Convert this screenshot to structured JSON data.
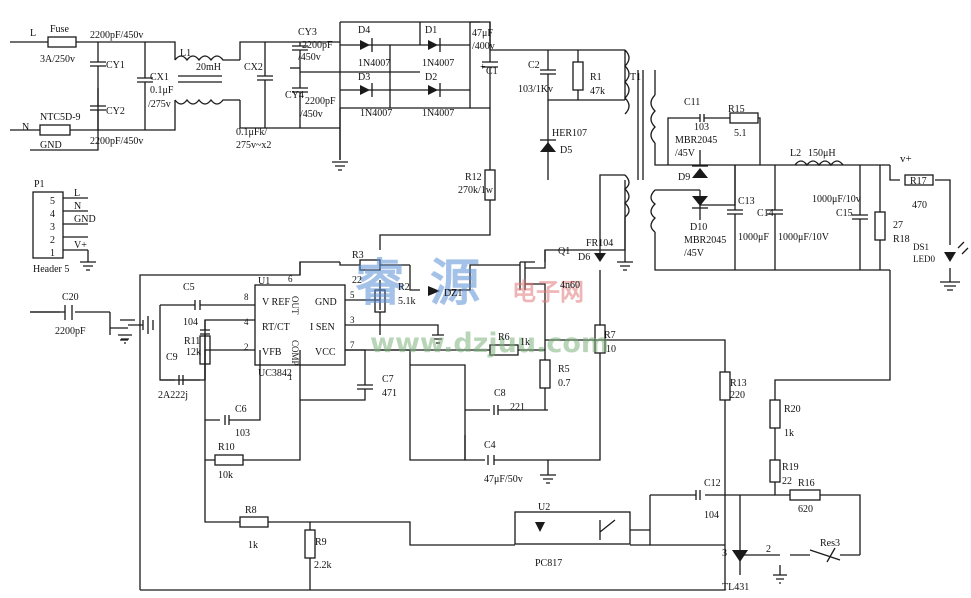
{
  "input": {
    "L": "L",
    "N": "N",
    "GND": "GND",
    "fuse": "Fuse",
    "fuse_val": "3A/250v",
    "ntc": "NTC5D-9",
    "cy_top_val": "2200pF/450v",
    "cy_bot_val": "2200pF/450v",
    "cy1": "CY1",
    "cy2": "CY2",
    "cx1": "CX1",
    "cx1_val1": "0.1μF",
    "cx1_val2": "/275v",
    "l1": "L1",
    "l1_val": "20mH",
    "cx2": "CX2",
    "cx2_val1": "0.1μFk/",
    "cx2_val2": "275v~x2",
    "cy3": "CY3",
    "cy3_val1": "2200pF",
    "cy3_val2": "/450v",
    "cy4": "CY4",
    "cy4_val1": "2200pF",
    "cy4_val2": "/450v"
  },
  "bridge": {
    "d4": "D4",
    "d3": "D3",
    "d1": "D1",
    "d2": "D2",
    "diode_val": "1N4007"
  },
  "bulk": {
    "c1": "C1",
    "c1_val1": "47μF",
    "c1_val2": "/400v",
    "plus": "+"
  },
  "snubber": {
    "c2": "C2",
    "c2_val": "103/1Kv",
    "r1": "R1",
    "r1_val": "47k",
    "d5": "D5",
    "d5_val": "HER107",
    "r12": "R12",
    "r12_val": "270k/1w",
    "t1": "T1"
  },
  "secondary": {
    "c11": "C11",
    "c11_val": "103",
    "r15": "R15",
    "r15_val": "5.1",
    "d9": "D9",
    "d9_val1": "MBR2045",
    "d9_val2": "/45V",
    "d10": "D10",
    "d10_val1": "MBR2045",
    "d10_val2": "/45V",
    "c13": "C13",
    "c13_val": "1000μF",
    "c14": "C14",
    "c14_val": "1000μF/10V",
    "l2": "L2",
    "l2_val": "150μH",
    "c15": "C15",
    "c15_val": "1000μF/10v",
    "r18_val": "27",
    "r18": "R18",
    "vplus": "v+",
    "r17": "R17",
    "r17_val": "470",
    "ds1": "DS1",
    "led": "LED0"
  },
  "header": {
    "p1": "P1",
    "name": "Header 5",
    "pins": [
      "5",
      "4",
      "3",
      "2",
      "1"
    ],
    "labels": [
      "L",
      "N",
      "GND",
      "",
      "V+"
    ]
  },
  "c20": {
    "ref": "C20",
    "val": "2200pF"
  },
  "controller": {
    "u1": "U1",
    "part": "UC3842",
    "vref": "V REF",
    "rtct": "RT/CT",
    "vfb": "VFB",
    "gnd": "GND",
    "isen": "I SEN",
    "vcc": "VCC",
    "out": "OUT",
    "comp": "COMP",
    "pin8": "8",
    "pin4": "4",
    "pin2": "2",
    "pin5": "5",
    "pin3": "3",
    "pin7": "7",
    "pin6": "6",
    "pin1": "1",
    "c5": "C5",
    "c5_val": "104",
    "r11": "R11",
    "r11_val": "12k",
    "c9": "C9",
    "c9_val": "2A222j",
    "c6": "C6",
    "c6_val": "103",
    "r10": "R10",
    "r10_val": "10k",
    "r8": "R8",
    "r8_val": "1k",
    "r9": "R9",
    "r9_val": "2.2k",
    "c7": "C7",
    "c7_val": "471"
  },
  "drive": {
    "r3": "R3",
    "r3_val": "22",
    "r2": "R2",
    "r2_val": "5.1k",
    "dz1": "DZ1",
    "q1": "Q1",
    "q1_val": "4n60",
    "d6": "D6",
    "d6_val": "FR104",
    "r6": "R6",
    "r6_val": "1k",
    "r7": "R7",
    "r7_val": "10",
    "r5": "R5",
    "r5_val": "0.7",
    "c8": "C8",
    "c8_val": "221",
    "c4": "C4",
    "c4_val": "47μF/50v"
  },
  "feedback": {
    "u2": "U2",
    "pc817": "PC817",
    "r13": "R13",
    "r13_val": "220",
    "r20": "R20",
    "r20_val": "1k",
    "r19": "R19",
    "r19_val": "22",
    "c12": "C12",
    "c12_val": "104",
    "r16": "R16",
    "r16_val": "620",
    "res3": "Res3",
    "tl431": "TL431",
    "pin3": "3",
    "pin2": "2"
  },
  "watermark": {
    "cn1": "睿",
    "cn2": "源",
    "cn3": "电子网",
    "url": "www.dzjuu.com"
  }
}
